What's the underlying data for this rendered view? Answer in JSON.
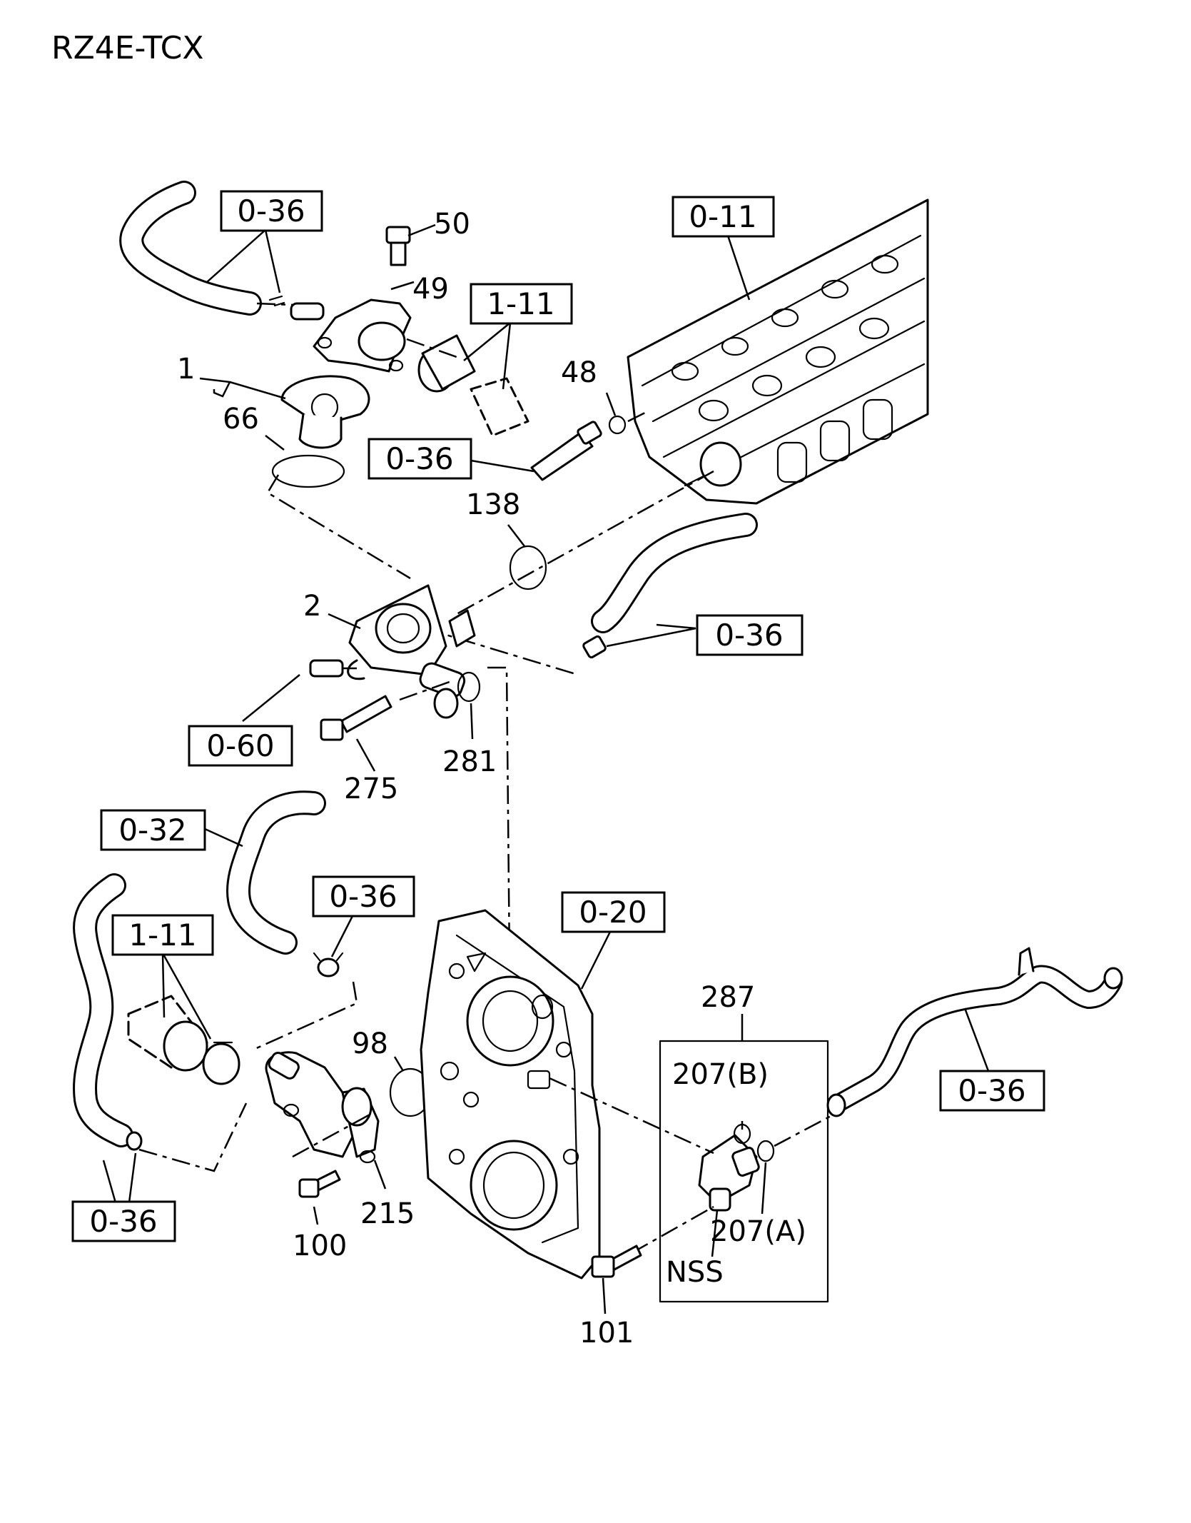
{
  "title": "RZ4E-TCX",
  "references": {
    "ref_0_36_top": "0-36",
    "ref_0_11": "0-11",
    "ref_1_11_top": "1-11",
    "ref_0_36_pipe": "0-36",
    "ref_0_36_right": "0-36",
    "ref_0_60": "0-60",
    "ref_0_32": "0-32",
    "ref_0_36_mid": "0-36",
    "ref_1_11_left": "1-11",
    "ref_0_20": "0-20",
    "ref_0_36_far_right": "0-36",
    "ref_0_36_bottom": "0-36"
  },
  "parts": {
    "p50": "50",
    "p49": "49",
    "p1": "1",
    "p66": "66",
    "p48": "48",
    "p138": "138",
    "p2": "2",
    "p281": "281",
    "p275": "275",
    "p98": "98",
    "p287": "287",
    "p207b": "207(B)",
    "p207a": "207(A)",
    "pnss": "NSS",
    "p215": "215",
    "p100": "100",
    "p101": "101"
  },
  "colors": {
    "ink": "#000000",
    "paper": "#ffffff"
  }
}
